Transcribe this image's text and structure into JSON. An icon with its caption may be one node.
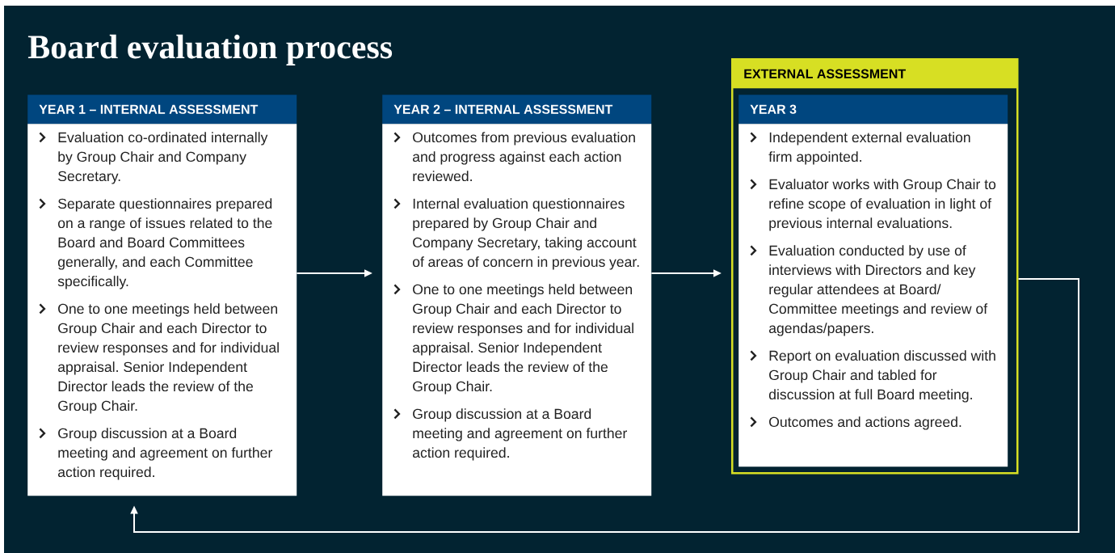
{
  "diagram": {
    "title": "Board evaluation process",
    "nodes": [
      {
        "text": [
          "YEAR 1 – INTERNAL ASSESSMENT",
          "Evaluation co-ordinated internally by Group Chair and Company Secretary.",
          "Separate questionnaires prepared on a range of issues related to the Board and Board Committees generally, and each Committee specifically.",
          "One to one meetings held between Group Chair and each Director to review responses and for individual appraisal. Senior Independent Director leads the review of the Group Chair.",
          "Group discussion at a Board meeting and agreement on further action required."
        ]
      },
      {
        "text": [
          "YEAR 2 – INTERNAL ASSESSMENT",
          "Outcomes from previous evaluation and progress against each action reviewed.",
          "Internal evaluation questionnaires prepared by Group Chair and Company Secretary, taking account of areas of concern in previous year.",
          "One to one meetings held between Group Chair and each Director to review responses and for individual appraisal. Senior Independent Director leads the review of the Group Chair.",
          "Group discussion at a Board meeting and agreement on further action required."
        ]
      },
      {
        "text": [
          "EXTERNAL ASSESSMENT"
        ]
      },
      {
        "text": [
          "YEAR 3",
          "Independent external evaluation firm appointed.",
          "Evaluator works with Group Chair to refine scope of evaluation in light of previous internal evaluations.",
          "Evaluation conducted by use of interviews with Directors and key regular attendees at Board/ Committee meetings and review of agendas/papers.",
          "Report on evaluation discussed with Group Chair and tabled for discussion at full Board meeting.",
          "Outcomes and actions agreed."
        ],
        "in": 2
      }
    ],
    "edges": [
      {
        "from": 0,
        "to": 1,
        "arrow": "to"
      },
      {
        "from": 1,
        "to": 2,
        "arrow": "to"
      },
      {
        "from": 2,
        "to": 0,
        "arrow": "to"
      }
    ]
  }
}
